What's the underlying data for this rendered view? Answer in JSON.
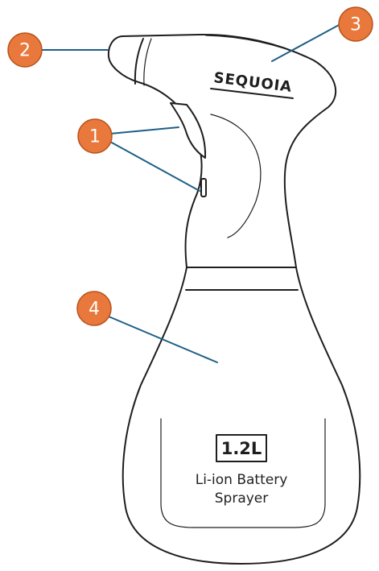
{
  "product": {
    "brand": "SEQUOIA",
    "capacity": "1.2L",
    "label_line1": "Li-ion Battery",
    "label_line2": "Sprayer"
  },
  "callouts": [
    {
      "number": "1",
      "target": "trigger"
    },
    {
      "number": "2",
      "target": "nozzle"
    },
    {
      "number": "3",
      "target": "head"
    },
    {
      "number": "4",
      "target": "bottle"
    }
  ],
  "colors": {
    "callout_fill": "#e8783b",
    "leader_line": "#1f5f86",
    "outline": "#1e1e1e"
  }
}
